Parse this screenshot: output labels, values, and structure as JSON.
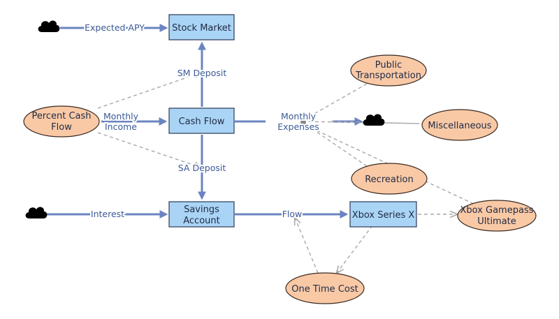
{
  "stocks": {
    "stock_market": "Stock Market",
    "cash_flow": "Cash Flow",
    "savings_account": [
      "Savings",
      "Account"
    ],
    "xbox_series_x": "Xbox Series X"
  },
  "variables": {
    "percent_cash_flow": [
      "Percent Cash",
      "Flow"
    ],
    "public_transportation": [
      "Public",
      "Transportation"
    ],
    "miscellaneous": "Miscellaneous",
    "recreation": "Recreation",
    "xbox_gamepass_ultimate": [
      "Xbox Gamepass",
      "Ultimate"
    ],
    "one_time_cost": "One Time Cost"
  },
  "flows": {
    "expected_apy": "Expected APY",
    "sm_deposit": "SM Deposit",
    "monthly_income": [
      "Monthly",
      "Income"
    ],
    "monthly_expenses": [
      "Monthly",
      "Expenses"
    ],
    "sa_deposit": "SA Deposit",
    "interest": "Interest",
    "flow": "Flow"
  },
  "colors": {
    "stock_fill": "#aad4f5",
    "variable_fill": "#f9c9a6",
    "flow_line": "#6b84c1",
    "link_line": "#a8a8a8"
  },
  "icons": [
    "cloud-icon"
  ]
}
